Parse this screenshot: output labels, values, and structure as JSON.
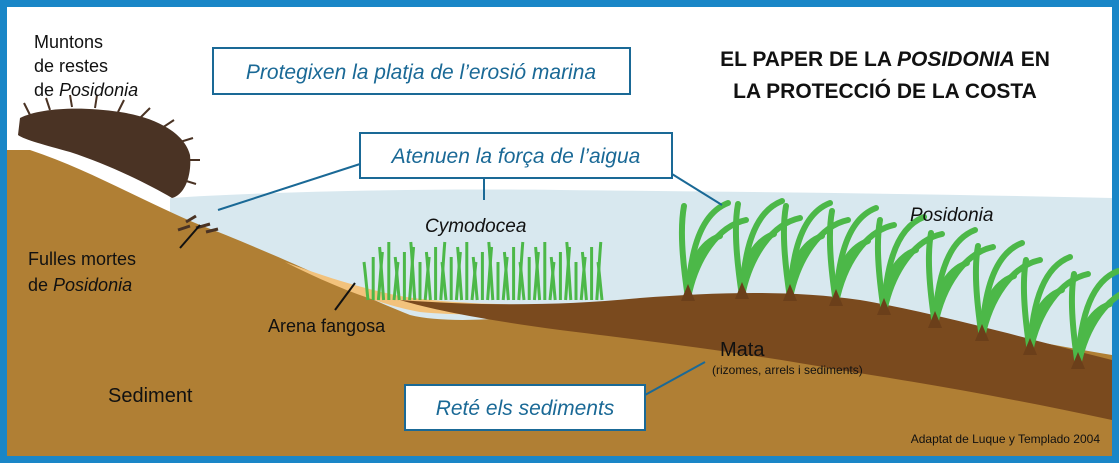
{
  "title": {
    "line1_a": "EL PAPER DE LA ",
    "line1_b": "POSIDONIA",
    "line1_c": " EN",
    "line2": "LA PROTECCIÓ DE LA COSTA"
  },
  "labels": {
    "muntons_1": "Muntons",
    "muntons_2": "de restes",
    "muntons_3a": "de ",
    "muntons_3b": "Posidonia",
    "fulles_1": "Fulles mortes",
    "fulles_2a": "de ",
    "fulles_2b": "Posidonia",
    "cymodocea": "Cymodocea",
    "posidonia": "Posidonia",
    "arena": "Arena fangosa",
    "mata": "Mata",
    "mata_sub": "(rizomes, arrels i sediments)",
    "sediment": "Sediment"
  },
  "callouts": {
    "protegixen": "Protegixen la platja de l’erosió marina",
    "atenuen": "Atenuen la força de l’aigua",
    "rete": "Reté els sediments"
  },
  "credit": "Adaptat de Luque y Templado 2004",
  "colors": {
    "frame": "#1a86c7",
    "water": "#d8e8ef",
    "sediment": "#b07f34",
    "mata": "#7a4a1e",
    "sand": "#f2c27c",
    "seagrass": "#4cb848",
    "callout_border": "#1a6996"
  }
}
